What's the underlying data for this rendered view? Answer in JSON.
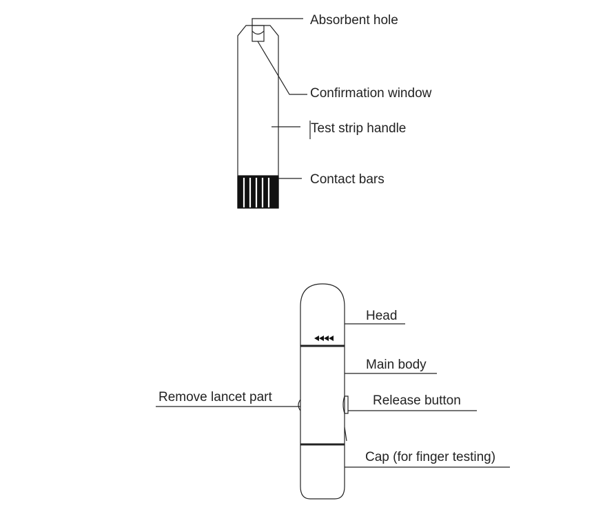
{
  "test_strip": {
    "labels": {
      "absorbent_hole": "Absorbent hole",
      "confirmation_window": "Confirmation window",
      "test_strip_handle": "Test strip handle",
      "contact_bars": "Contact bars"
    }
  },
  "lancing_device": {
    "labels": {
      "head": "Head",
      "main_body": "Main body",
      "remove_lancet_part": "Remove lancet part",
      "release_button": "Release button",
      "cap": "Cap (for finger testing)"
    }
  },
  "colors": {
    "line": "#222222",
    "fill_dark": "#111111",
    "background": "#ffffff"
  }
}
